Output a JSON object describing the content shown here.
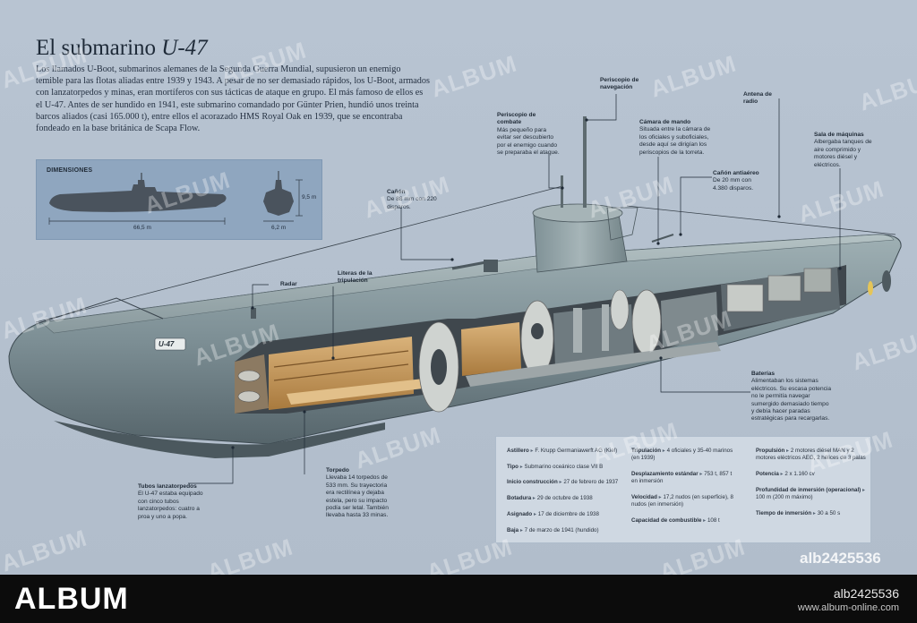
{
  "title": {
    "prefix": "El submarino ",
    "name": "U-47"
  },
  "intro": "Los llamados U-Boot, submarinos alemanes de la Segunda Guerra Mundial, supusieron un enemigo temible para las flotas aliadas entre 1939 y 1943. A pesar de no ser demasiado rápidos, los U-Boot, armados con lanzatorpedos y minas, eran mortíferos con sus tácticas de ataque en grupo. El más famoso de ellos es el U-47. Antes de ser hundido en 1941, este submarino comandado por Günter Prien, hundió unos treinta barcos aliados (casi 165.000 t), entre ellos el acorazado HMS Royal Oak en 1939, que se encontraba fondeado en la base británica de Scapa Flow.",
  "dimensions": {
    "title": "DIMENSIONES",
    "length": "66,5 m",
    "height": "9,5 m",
    "beam": "6,2 m"
  },
  "hull_marking": "U-47",
  "labels": {
    "periscopio_nav": {
      "title": "Periscopio de navegación",
      "text": ""
    },
    "periscopio_combate": {
      "title": "Periscopio de combate",
      "text": "Más pequeño para evitar ser descubierto por el enemigo cuando se preparaba el ataque."
    },
    "camara_mando": {
      "title": "Cámara de mando",
      "text": "Situada entre la cámara de los oficiales y suboficiales, desde aquí se dirigían los periscopios de la torreta."
    },
    "antena": {
      "title": "Antena de radio",
      "text": ""
    },
    "sala_maquinas": {
      "title": "Sala de máquinas",
      "text": "Albergaba tanques de aire comprimido y motores diésel y eléctricos."
    },
    "canon_antiaereo": {
      "title": "Cañón antiaéreo",
      "text": "De 20 mm con 4.380 disparos."
    },
    "canon": {
      "title": "Cañón",
      "text": "De 88 mm con 220 disparos."
    },
    "radar": {
      "title": "Radar",
      "text": ""
    },
    "literas": {
      "title": "Literas de la tripulación",
      "text": ""
    },
    "baterias": {
      "title": "Baterías",
      "text": "Alimentaban los sistemas eléctricos. Su escasa potencia no le permitía navegar sumergido demasiado tiempo y debía hacer paradas estratégicas para recargarlas."
    },
    "tubos": {
      "title": "Tubos lanzatorpedos",
      "text": "El U-47 estaba equipado con cinco tubos lanzatorpedos: cuatro a proa y uno a popa."
    },
    "torpedo": {
      "title": "Torpedo",
      "text": "Llevaba 14 torpedos de 533 mm. Su trayectoria era rectilínea y dejaba estela, pero su impacto podía ser letal. También llevaba hasta 33 minas."
    }
  },
  "specs": {
    "col1": [
      {
        "k": "Astillero",
        "v": "F. Krupp Germaniawerft AG (Kiel)"
      },
      {
        "k": "Tipo",
        "v": "Submarino oceánico clase VII B"
      },
      {
        "k": "Inicio construcción",
        "v": "27 de febrero de 1937"
      },
      {
        "k": "Botadura",
        "v": "29 de octubre de 1938"
      },
      {
        "k": "Asignado",
        "v": "17 de diciembre de 1938"
      },
      {
        "k": "Baja",
        "v": "7 de marzo de 1941 (hundido)"
      }
    ],
    "col2": [
      {
        "k": "Tripulación",
        "v": "4 oficiales y 35-40 marinos (en 1939)"
      },
      {
        "k": "Desplazamiento estándar",
        "v": "753 t, 857 t en inmersión"
      },
      {
        "k": "Velocidad",
        "v": "17,2 nudos (en superficie), 8 nudos (en inmersión)"
      },
      {
        "k": "Capacidad de combustible",
        "v": "108 t"
      }
    ],
    "col3": [
      {
        "k": "Propulsión",
        "v": "2 motores diésel MAN y 2 motores eléctricos AEG, 2 hélices de 3 palas"
      },
      {
        "k": "Potencia",
        "v": "2 x 1.160 cv"
      },
      {
        "k": "Profundidad de inmersión (operacional)",
        "v": "100 m (200 m máximo)"
      },
      {
        "k": "Tiempo de inmersión",
        "v": "30 a 50 s"
      }
    ]
  },
  "watermark": {
    "brand": "ALBUM",
    "code": "alb2425536",
    "url": "www.album-online.com"
  },
  "colors": {
    "background": "#b5c1cf",
    "hull": "#7f9298",
    "interior_wood": "#c59a5a",
    "bar": "#0c0c0c"
  }
}
